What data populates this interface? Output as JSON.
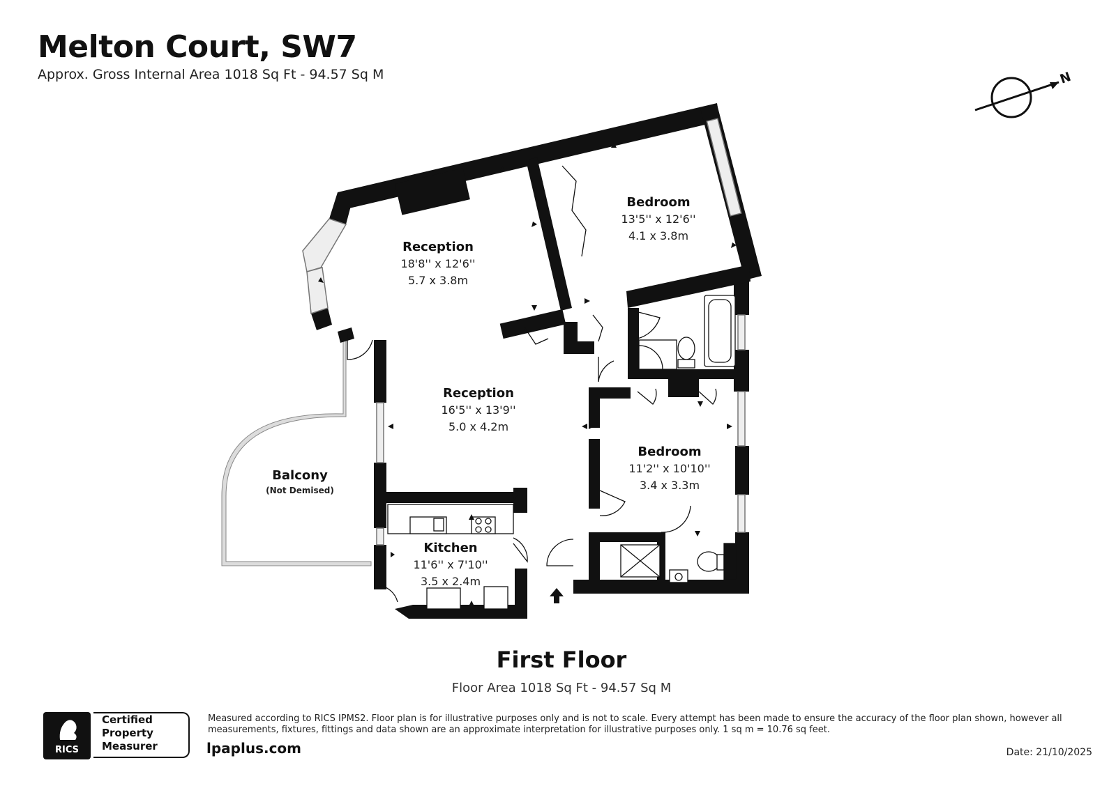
{
  "header": {
    "title": "Melton Court, SW7",
    "subtitle": "Approx. Gross Internal Area 1018 Sq Ft - 94.57 Sq M"
  },
  "compass": {
    "label": "N"
  },
  "rooms": {
    "reception1": {
      "name": "Reception",
      "imperial": "18'8'' x 12'6''",
      "metric": "5.7 x 3.8m"
    },
    "bedroom1": {
      "name": "Bedroom",
      "imperial": "13'5'' x 12'6''",
      "metric": "4.1 x 3.8m"
    },
    "reception2": {
      "name": "Reception",
      "imperial": "16'5'' x 13'9''",
      "metric": "5.0 x 4.2m"
    },
    "bedroom2": {
      "name": "Bedroom",
      "imperial": "11'2'' x 10'10''",
      "metric": "3.4 x 3.3m"
    },
    "kitchen": {
      "name": "Kitchen",
      "imperial": "11'6'' x 7'10''",
      "metric": "3.5 x 2.4m"
    },
    "balcony": {
      "name": "Balcony",
      "note": "(Not Demised)"
    }
  },
  "floor": {
    "title": "First Floor",
    "area": "Floor Area 1018 Sq Ft - 94.57 Sq M"
  },
  "footer": {
    "rics_logo_text": "RICS",
    "certified_lines": [
      "Certified",
      "Property",
      "Measurer"
    ],
    "website": "lpaplus.com",
    "disclaimer": "Measured according to RICS IPMS2. Floor plan is for illustrative purposes only and is not to scale. Every attempt has been made to ensure the accuracy of the floor plan shown, however all measurements, fixtures, fittings and data shown are an approximate interpretation for illustrative purposes only. 1 sq m = 10.76 sq feet.",
    "date": "Date: 21/10/2025"
  }
}
